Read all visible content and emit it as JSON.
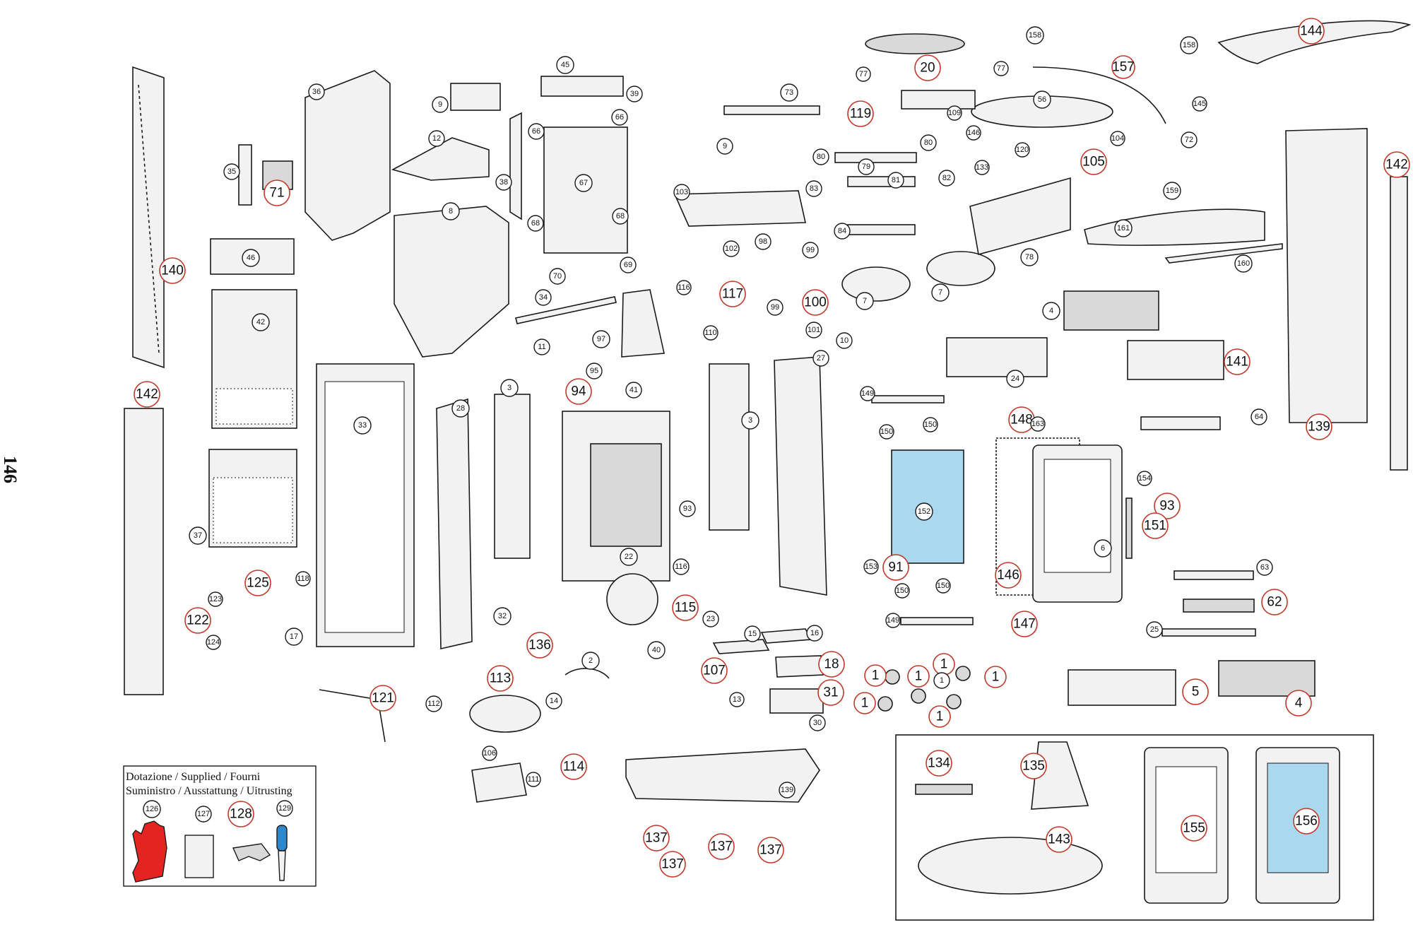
{
  "page_number": "146",
  "supplied_box": {
    "line1": "Dotazione / Supplied / Fourni",
    "line2": "Suministro / Ausstattung / Uitrusting"
  },
  "colors": {
    "glove": "#e52421",
    "scraper_handle": "#2f86c8",
    "glass": "#a9d8ef",
    "callout_red": "#c0392b"
  },
  "callouts": [
    "144",
    "158",
    "158",
    "20",
    "77",
    "77",
    "157",
    "56",
    "145",
    "72",
    "109",
    "104",
    "146",
    "120",
    "105",
    "133",
    "119",
    "80",
    "79",
    "80",
    "81",
    "82",
    "83",
    "84",
    "73",
    "9",
    "45",
    "39",
    "66",
    "66",
    "67",
    "68",
    "68",
    "70",
    "69",
    "34",
    "38",
    "12",
    "9",
    "8",
    "36",
    "35",
    "71",
    "46",
    "42",
    "37",
    "33",
    "28",
    "3",
    "140",
    "142",
    "142",
    "139",
    "161",
    "159",
    "160",
    "78",
    "7",
    "7",
    "4",
    "24",
    "141",
    "64",
    "148",
    "163",
    "150",
    "150",
    "149",
    "152",
    "153",
    "91",
    "150",
    "150",
    "149",
    "6",
    "146",
    "147",
    "154",
    "93",
    "151",
    "63",
    "62",
    "25",
    "5",
    "4",
    "1",
    "1",
    "1",
    "1",
    "1",
    "1",
    "1",
    "103",
    "98",
    "99",
    "100",
    "99",
    "101",
    "10",
    "102",
    "117",
    "116",
    "110",
    "97",
    "95",
    "94",
    "41",
    "27",
    "3",
    "93",
    "116",
    "22",
    "115",
    "11",
    "23",
    "15",
    "16",
    "18",
    "31",
    "30",
    "40",
    "107",
    "13",
    "2",
    "136",
    "14",
    "113",
    "112",
    "114",
    "106",
    "111",
    "139",
    "137",
    "137",
    "137",
    "137",
    "32",
    "125",
    "118",
    "123",
    "122",
    "124",
    "17",
    "121",
    "126",
    "127",
    "128",
    "129",
    "134",
    "135",
    "143",
    "155",
    "156"
  ]
}
